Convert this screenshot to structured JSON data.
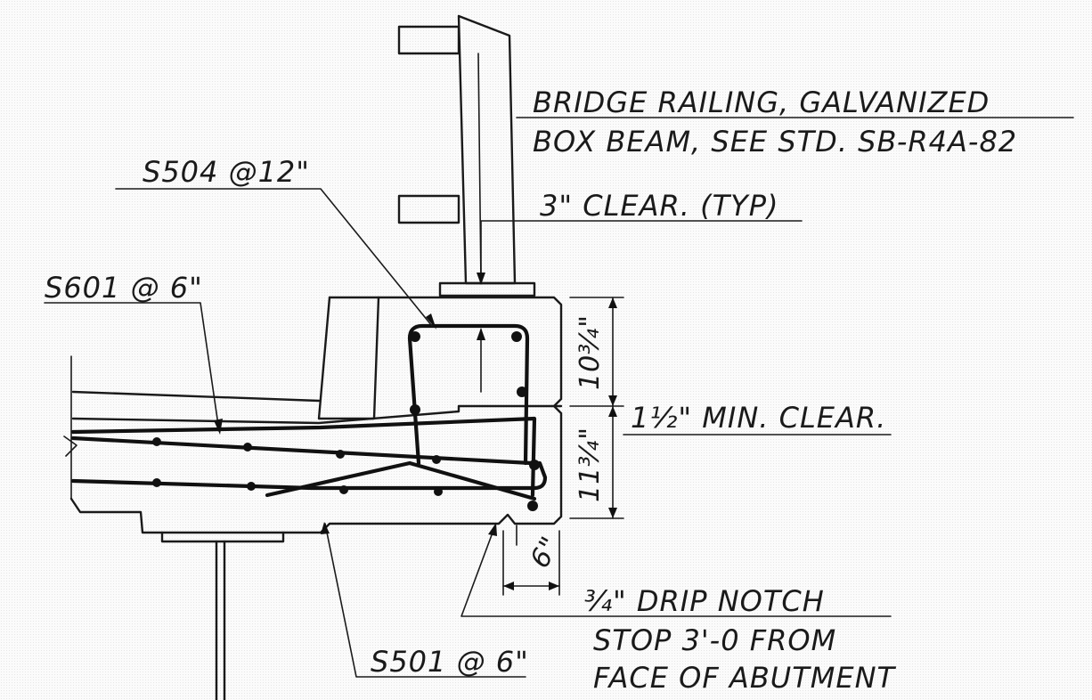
{
  "labels": {
    "railing_line1": "BRIDGE RAILING, GALVANIZED",
    "railing_line2": "BOX BEAM, SEE STD. SB-R4A-82",
    "s504": "S504 @12\"",
    "clear_3": "3\" CLEAR. (TYP)",
    "s601": "S601 @ 6\"",
    "dim_top": "10¾\"",
    "dim_bottom": "11¾\"",
    "min_clear": "1½\" MIN. CLEAR.",
    "dim_6": "6\"",
    "drip_notch": "¾\" DRIP NOTCH",
    "stop_line1": "STOP 3'-0 FROM",
    "stop_line2": "FACE OF ABUTMENT",
    "s501": "S501 @ 6\""
  }
}
